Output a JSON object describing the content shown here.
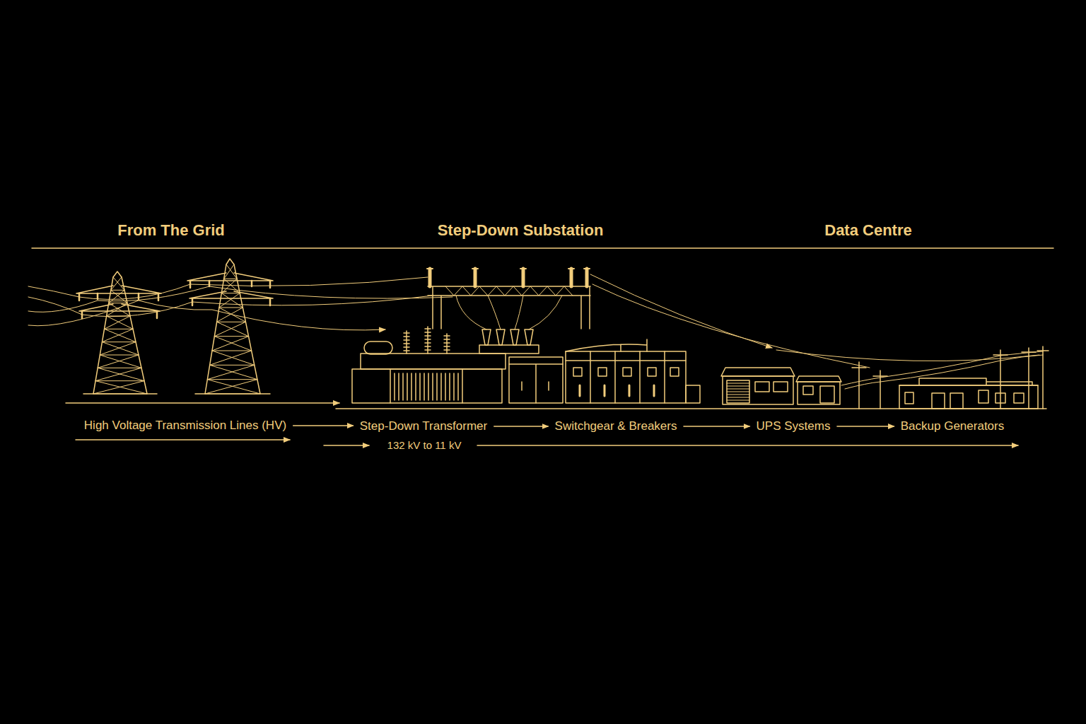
{
  "diagram": {
    "nodes": [
      {
        "text": [
          "High Voltage Transmission Lines (HV)"
        ]
      },
      {
        "text": [
          "Step-Down Transformer"
        ]
      },
      {
        "text": [
          "Switchgear & Breakers"
        ]
      },
      {
        "text": [
          "UPS Systems"
        ]
      },
      {
        "text": [
          "Backup Generators"
        ]
      }
    ],
    "edges": [
      {
        "from": 0,
        "to": 1,
        "arrow": "to"
      },
      {
        "from": 1,
        "to": 2,
        "arrow": "to"
      },
      {
        "from": 2,
        "to": 3,
        "arrow": "to"
      },
      {
        "from": 3,
        "to": 4,
        "arrow": "to"
      }
    ],
    "labels": [
      "From The Grid",
      "Step-Down Substation",
      "Data Centre",
      "132 kV to 11 kV"
    ]
  }
}
